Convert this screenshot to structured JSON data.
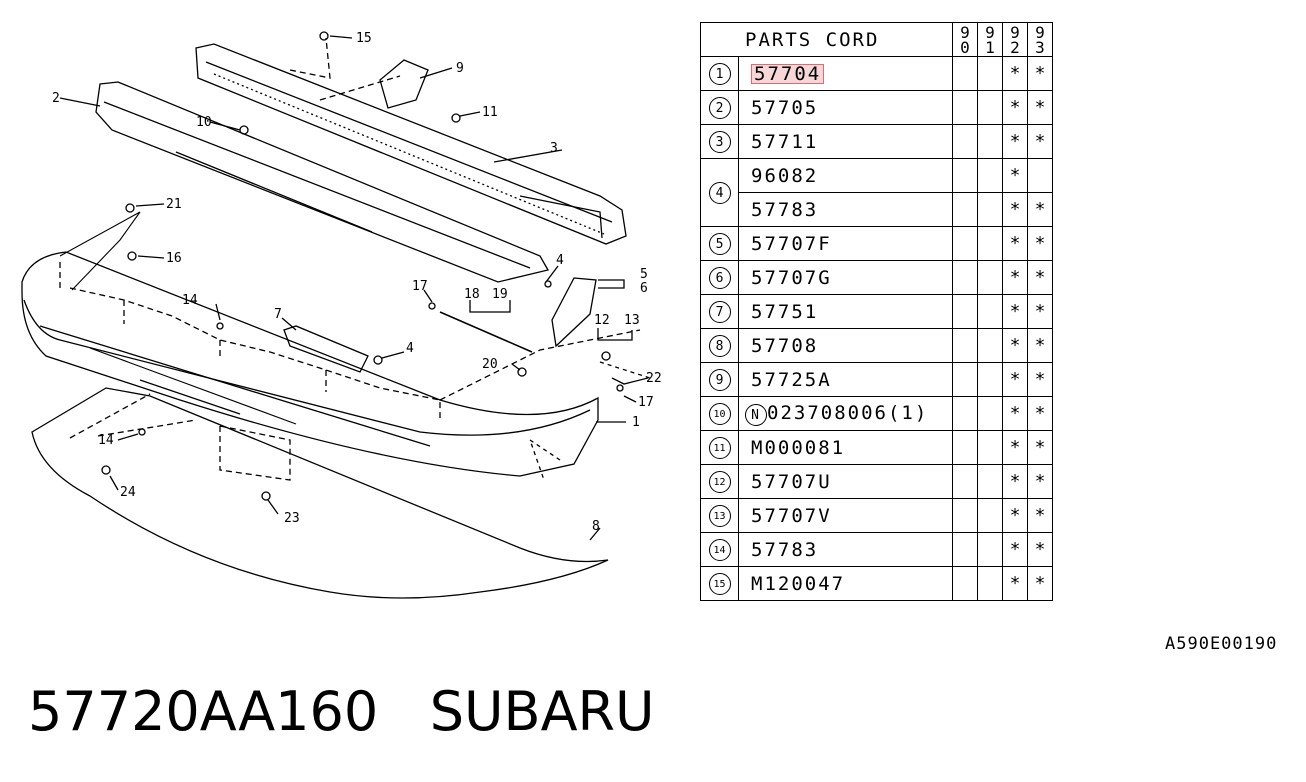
{
  "diagram": {
    "callouts": [
      "15",
      "9",
      "2",
      "11",
      "10",
      "3",
      "21",
      "16",
      "4",
      "5",
      "6",
      "14",
      "7",
      "17",
      "18",
      "19",
      "12",
      "13",
      "4",
      "20",
      "22",
      "17",
      "1",
      "14",
      "24",
      "23",
      "8"
    ]
  },
  "table": {
    "header_title": "PARTS CORD",
    "years": [
      "90",
      "91",
      "92",
      "93"
    ],
    "rows": [
      {
        "no": "1",
        "code": "57704",
        "marks": [
          "",
          "",
          "*",
          "*"
        ],
        "highlight": true
      },
      {
        "no": "2",
        "code": "57705",
        "marks": [
          "",
          "",
          "*",
          "*"
        ]
      },
      {
        "no": "3",
        "code": "57711",
        "marks": [
          "",
          "",
          "*",
          "*"
        ]
      },
      {
        "no": "4",
        "code": "96082",
        "marks": [
          "",
          "",
          "*",
          ""
        ]
      },
      {
        "no": "",
        "code": "57783",
        "marks": [
          "",
          "",
          "*",
          "*"
        ]
      },
      {
        "no": "5",
        "code": "57707F",
        "marks": [
          "",
          "",
          "*",
          "*"
        ]
      },
      {
        "no": "6",
        "code": "57707G",
        "marks": [
          "",
          "",
          "*",
          "*"
        ]
      },
      {
        "no": "7",
        "code": "57751",
        "marks": [
          "",
          "",
          "*",
          "*"
        ]
      },
      {
        "no": "8",
        "code": "57708",
        "marks": [
          "",
          "",
          "*",
          "*"
        ]
      },
      {
        "no": "9",
        "code": "57725A",
        "marks": [
          "",
          "",
          "*",
          "*"
        ]
      },
      {
        "no": "10",
        "code": "023708006(1)",
        "prefix": "N",
        "marks": [
          "",
          "",
          "*",
          "*"
        ]
      },
      {
        "no": "11",
        "code": "M000081",
        "marks": [
          "",
          "",
          "*",
          "*"
        ]
      },
      {
        "no": "12",
        "code": "57707U",
        "marks": [
          "",
          "",
          "*",
          "*"
        ]
      },
      {
        "no": "13",
        "code": "57707V",
        "marks": [
          "",
          "",
          "*",
          "*"
        ]
      },
      {
        "no": "14",
        "code": "57783",
        "marks": [
          "",
          "",
          "*",
          "*"
        ]
      },
      {
        "no": "15",
        "code": "M120047",
        "marks": [
          "",
          "",
          "*",
          "*"
        ]
      }
    ]
  },
  "reference_code": "A590E00190",
  "part_title": "57720AA160   SUBARU"
}
